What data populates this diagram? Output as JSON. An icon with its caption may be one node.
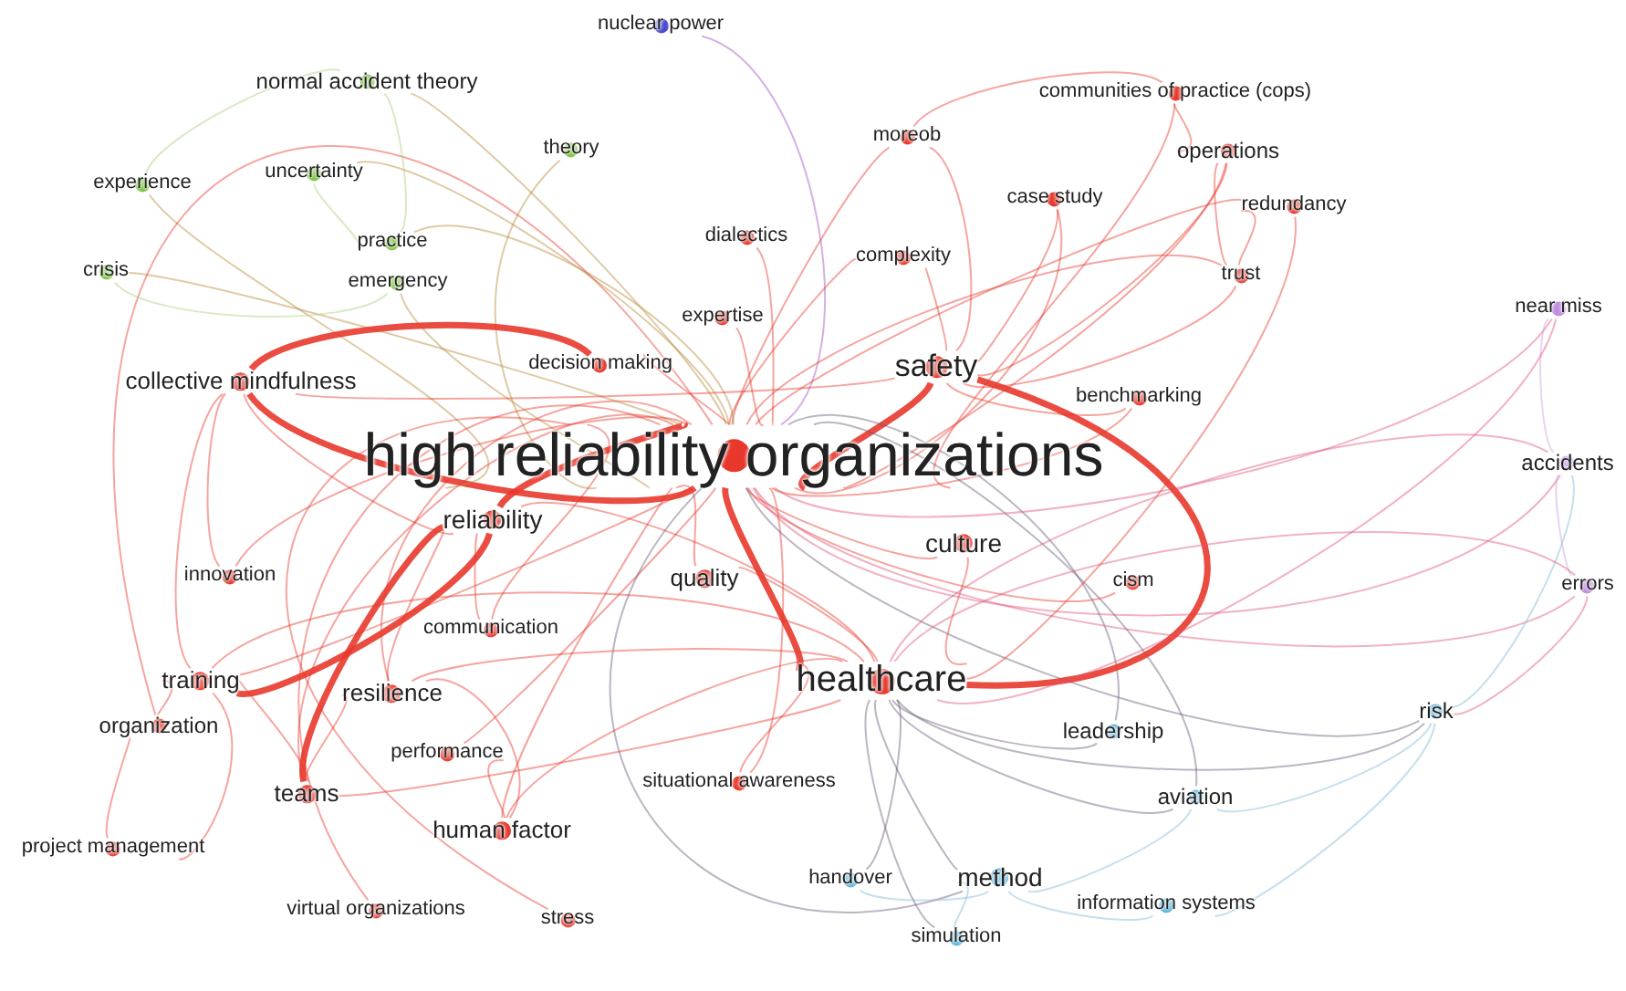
{
  "diagram": {
    "nodes": [
      {
        "text": [
          "nuclear power"
        ]
      },
      {
        "text": [
          "normal accident theory"
        ]
      },
      {
        "text": [
          "communities of practice (cops)"
        ]
      },
      {
        "text": [
          "moreob"
        ]
      },
      {
        "text": [
          "theory"
        ]
      },
      {
        "text": [
          "operations"
        ]
      },
      {
        "text": [
          "uncertainty"
        ]
      },
      {
        "text": [
          "experience"
        ]
      },
      {
        "text": [
          "case study"
        ]
      },
      {
        "text": [
          "redundancy"
        ]
      },
      {
        "text": [
          "dialectics"
        ]
      },
      {
        "text": [
          "practice"
        ]
      },
      {
        "text": [
          "complexity"
        ]
      },
      {
        "text": [
          "crisis"
        ]
      },
      {
        "text": [
          "trust"
        ]
      },
      {
        "text": [
          "emergency"
        ]
      },
      {
        "text": [
          "near miss"
        ]
      },
      {
        "text": [
          "expertise"
        ]
      },
      {
        "text": [
          "safety"
        ]
      },
      {
        "text": [
          "decision making"
        ]
      },
      {
        "text": [
          "collective mindfulness"
        ]
      },
      {
        "text": [
          "benchmarking"
        ]
      },
      {
        "text": [
          "high reliability organizations"
        ]
      },
      {
        "text": [
          "accidents"
        ]
      },
      {
        "text": [
          "reliability"
        ]
      },
      {
        "text": [
          "culture"
        ]
      },
      {
        "text": [
          "innovation"
        ]
      },
      {
        "text": [
          "quality"
        ]
      },
      {
        "text": [
          "cism"
        ]
      },
      {
        "text": [
          "errors"
        ]
      },
      {
        "text": [
          "communication"
        ]
      },
      {
        "text": [
          "healthcare"
        ]
      },
      {
        "text": [
          "training"
        ]
      },
      {
        "text": [
          "resilience"
        ]
      },
      {
        "text": [
          "leadership"
        ]
      },
      {
        "text": [
          "risk"
        ]
      },
      {
        "text": [
          "organization"
        ]
      },
      {
        "text": [
          "performance"
        ]
      },
      {
        "text": [
          "situational awareness"
        ]
      },
      {
        "text": [
          "teams"
        ]
      },
      {
        "text": [
          "aviation"
        ]
      },
      {
        "text": [
          "human factor"
        ]
      },
      {
        "text": [
          "handover"
        ]
      },
      {
        "text": [
          "method"
        ]
      },
      {
        "text": [
          "project management"
        ]
      },
      {
        "text": [
          "information systems"
        ]
      },
      {
        "text": [
          "virtual organizations"
        ]
      },
      {
        "text": [
          "stress"
        ]
      },
      {
        "text": [
          "simulation"
        ]
      }
    ],
    "edges": [
      {
        "from": 22,
        "to": 0,
        "arrow": "none",
        "color": "#a050c0"
      },
      {
        "from": 22,
        "to": 1,
        "arrow": "none",
        "color": "#b8893a"
      },
      {
        "from": 22,
        "to": 3,
        "arrow": "none"
      },
      {
        "from": 22,
        "to": 4,
        "arrow": "none",
        "color": "#b8893a"
      },
      {
        "from": 22,
        "to": 10,
        "arrow": "none"
      },
      {
        "from": 22,
        "to": 12,
        "arrow": "none"
      },
      {
        "from": 22,
        "to": 17,
        "arrow": "none"
      },
      {
        "from": 22,
        "to": 18,
        "arrow": "none",
        "style": "thick"
      },
      {
        "from": 22,
        "to": 19,
        "arrow": "none"
      },
      {
        "from": 22,
        "to": 20,
        "arrow": "none",
        "style": "thick"
      },
      {
        "from": 22,
        "to": 24,
        "arrow": "none",
        "style": "thick"
      },
      {
        "from": 22,
        "to": 25,
        "arrow": "none"
      },
      {
        "from": 22,
        "to": 27,
        "arrow": "none"
      },
      {
        "from": 22,
        "to": 31,
        "arrow": "none",
        "style": "thick"
      },
      {
        "from": 22,
        "to": 32,
        "arrow": "none"
      },
      {
        "from": 22,
        "to": 33,
        "arrow": "none"
      },
      {
        "from": 22,
        "to": 39,
        "arrow": "none"
      },
      {
        "from": 22,
        "to": 41,
        "arrow": "none"
      },
      {
        "from": 22,
        "to": 30,
        "arrow": "none"
      },
      {
        "from": 22,
        "to": 38,
        "arrow": "none"
      },
      {
        "from": 22,
        "to": 8,
        "arrow": "none"
      },
      {
        "from": 22,
        "to": 5,
        "arrow": "none"
      },
      {
        "from": 22,
        "to": 14,
        "arrow": "none"
      },
      {
        "from": 22,
        "to": 21,
        "arrow": "none"
      },
      {
        "from": 22,
        "to": 11,
        "arrow": "none",
        "color": "#b8893a"
      },
      {
        "from": 22,
        "to": 15,
        "arrow": "none",
        "color": "#b8893a"
      },
      {
        "from": 22,
        "to": 6,
        "arrow": "none",
        "color": "#b8893a"
      },
      {
        "from": 22,
        "to": 13,
        "arrow": "none",
        "color": "#b8893a"
      },
      {
        "from": 22,
        "to": 7,
        "arrow": "none",
        "color": "#b8893a"
      },
      {
        "from": 22,
        "to": 26,
        "arrow": "none"
      },
      {
        "from": 22,
        "to": 36,
        "arrow": "none"
      },
      {
        "from": 22,
        "to": 37,
        "arrow": "none"
      },
      {
        "from": 22,
        "to": 46,
        "arrow": "none"
      },
      {
        "from": 22,
        "to": 47,
        "arrow": "none"
      },
      {
        "from": 22,
        "to": 43,
        "arrow": "none",
        "color": "#6a5a7a"
      },
      {
        "from": 22,
        "to": 34,
        "arrow": "none",
        "color": "#6a5a7a"
      },
      {
        "from": 22,
        "to": 40,
        "arrow": "none",
        "color": "#6a5a7a"
      },
      {
        "from": 22,
        "to": 35,
        "arrow": "none",
        "color": "#6a5a7a"
      },
      {
        "from": 22,
        "to": 28,
        "arrow": "none"
      },
      {
        "from": 22,
        "to": 2,
        "arrow": "none"
      },
      {
        "from": 22,
        "to": 9,
        "arrow": "none"
      },
      {
        "from": 22,
        "to": 29,
        "arrow": "none",
        "color": "#e0557a"
      },
      {
        "from": 22,
        "to": 23,
        "arrow": "none",
        "color": "#e0557a"
      },
      {
        "from": 22,
        "to": 16,
        "arrow": "none",
        "color": "#e0557a"
      },
      {
        "from": 18,
        "to": 31,
        "arrow": "none",
        "style": "thick"
      },
      {
        "from": 18,
        "to": 12,
        "arrow": "none"
      },
      {
        "from": 18,
        "to": 3,
        "arrow": "none"
      },
      {
        "from": 18,
        "to": 8,
        "arrow": "none"
      },
      {
        "from": 18,
        "to": 5,
        "arrow": "none"
      },
      {
        "from": 18,
        "to": 14,
        "arrow": "none"
      },
      {
        "from": 18,
        "to": 21,
        "arrow": "none"
      },
      {
        "from": 18,
        "to": 20,
        "arrow": "none"
      },
      {
        "from": 31,
        "to": 25,
        "arrow": "none"
      },
      {
        "from": 31,
        "to": 24,
        "arrow": "none"
      },
      {
        "from": 31,
        "to": 27,
        "arrow": "none"
      },
      {
        "from": 31,
        "to": 43,
        "arrow": "none",
        "color": "#6a5a7a"
      },
      {
        "from": 31,
        "to": 34,
        "arrow": "none",
        "color": "#6a5a7a"
      },
      {
        "from": 31,
        "to": 40,
        "arrow": "none",
        "color": "#6a5a7a"
      },
      {
        "from": 31,
        "to": 35,
        "arrow": "none",
        "color": "#6a5a7a"
      },
      {
        "from": 31,
        "to": 42,
        "arrow": "none",
        "color": "#6a5a7a"
      },
      {
        "from": 31,
        "to": 48,
        "arrow": "none",
        "color": "#6a5a7a"
      },
      {
        "from": 31,
        "to": 39,
        "arrow": "none"
      },
      {
        "from": 31,
        "to": 32,
        "arrow": "none"
      },
      {
        "from": 31,
        "to": 41,
        "arrow": "none"
      },
      {
        "from": 31,
        "to": 38,
        "arrow": "none"
      },
      {
        "from": 31,
        "to": 33,
        "arrow": "none"
      },
      {
        "from": 24,
        "to": 32,
        "arrow": "none",
        "style": "thick"
      },
      {
        "from": 24,
        "to": 39,
        "arrow": "none",
        "style": "thick"
      },
      {
        "from": 24,
        "to": 33,
        "arrow": "none"
      },
      {
        "from": 24,
        "to": 20,
        "arrow": "none"
      },
      {
        "from": 24,
        "to": 30,
        "arrow": "none"
      },
      {
        "from": 20,
        "to": 19,
        "arrow": "none",
        "style": "thick"
      },
      {
        "from": 20,
        "to": 32,
        "arrow": "none"
      },
      {
        "from": 20,
        "to": 26,
        "arrow": "none"
      },
      {
        "from": 32,
        "to": 36,
        "arrow": "none"
      },
      {
        "from": 32,
        "to": 39,
        "arrow": "none"
      },
      {
        "from": 32,
        "to": 44,
        "arrow": "none"
      },
      {
        "from": 36,
        "to": 44,
        "arrow": "none"
      },
      {
        "from": 33,
        "to": 39,
        "arrow": "none"
      },
      {
        "from": 41,
        "to": 33,
        "arrow": "none"
      },
      {
        "from": 41,
        "to": 37,
        "arrow": "none"
      },
      {
        "from": 1,
        "to": 11,
        "arrow": "none",
        "color": "#a8cf7a"
      },
      {
        "from": 1,
        "to": 7,
        "arrow": "none",
        "color": "#a8cf7a"
      },
      {
        "from": 6,
        "to": 11,
        "arrow": "none",
        "color": "#a8cf7a"
      },
      {
        "from": 13,
        "to": 15,
        "arrow": "none",
        "color": "#a8cf7a"
      },
      {
        "from": 35,
        "to": 29,
        "arrow": "none",
        "color": "#e0557a"
      },
      {
        "from": 35,
        "to": 23,
        "arrow": "none",
        "color": "#7fb8d8"
      },
      {
        "from": 23,
        "to": 29,
        "arrow": "none",
        "color": "#c9a0e0"
      },
      {
        "from": 16,
        "to": 23,
        "arrow": "none",
        "color": "#c9a0e0"
      },
      {
        "from": 16,
        "to": 31,
        "arrow": "none",
        "color": "#e0557a"
      },
      {
        "from": 29,
        "to": 31,
        "arrow": "none",
        "color": "#e0557a"
      },
      {
        "from": 23,
        "to": 31,
        "arrow": "none",
        "color": "#e0557a"
      },
      {
        "from": 43,
        "to": 40,
        "arrow": "none",
        "color": "#7fb8d8"
      },
      {
        "from": 43,
        "to": 45,
        "arrow": "none",
        "color": "#7fb8d8"
      },
      {
        "from": 43,
        "to": 48,
        "arrow": "none",
        "color": "#7fb8d8"
      },
      {
        "from": 40,
        "to": 35,
        "arrow": "none",
        "color": "#7fb8d8"
      },
      {
        "from": 45,
        "to": 35,
        "arrow": "none",
        "color": "#7fb8d8"
      },
      {
        "from": 42,
        "to": 43,
        "arrow": "none",
        "color": "#7fb8d8"
      },
      {
        "from": 2,
        "to": 3,
        "arrow": "none"
      },
      {
        "from": 2,
        "to": 5,
        "arrow": "none"
      },
      {
        "from": 5,
        "to": 14,
        "arrow": "none"
      },
      {
        "from": 9,
        "to": 14,
        "arrow": "none"
      },
      {
        "from": 9,
        "to": 31,
        "arrow": "none"
      }
    ]
  }
}
